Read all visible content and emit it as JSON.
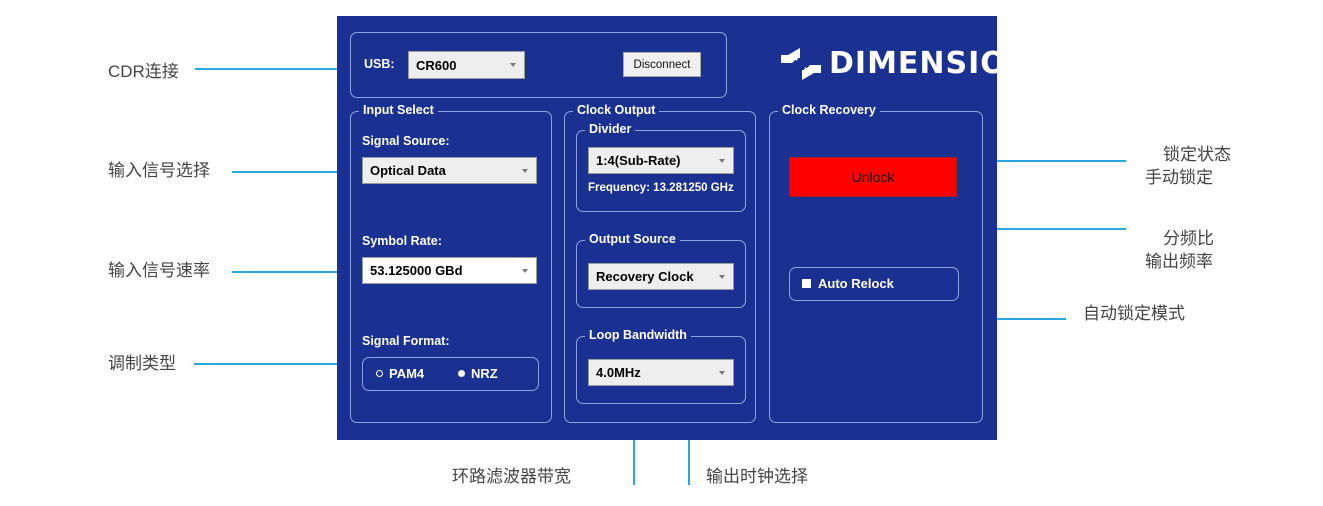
{
  "app": {
    "brand": {
      "wordmark": "DIMENSION",
      "logo_icon": "dimension-pinwheel-logo"
    },
    "connection": {
      "usb_label": "USB:",
      "device_value": "CR600",
      "disconnect_label": "Disconnect"
    },
    "input_select": {
      "title": "Input Select",
      "signal_source_label": "Signal Source:",
      "signal_source_value": "Optical Data",
      "symbol_rate_label": "Symbol Rate:",
      "symbol_rate_value": "53.125000 GBd",
      "signal_format_label": "Signal Format:",
      "format_options": [
        {
          "label": "PAM4",
          "selected": true
        },
        {
          "label": "NRZ",
          "selected": false
        }
      ]
    },
    "clock_output": {
      "title": "Clock Output",
      "divider": {
        "title": "Divider",
        "value": "1:4(Sub-Rate)",
        "frequency_text": "Frequency: 13.281250 GHz"
      },
      "output_source": {
        "title": "Output Source",
        "value": "Recovery Clock"
      },
      "loop_bandwidth": {
        "title": "Loop Bandwidth",
        "value": "4.0MHz"
      }
    },
    "clock_recovery": {
      "title": "Clock Recovery",
      "status_label": "Unlock",
      "status_color": "#ff0000",
      "auto_relock_label": "Auto Relock",
      "auto_relock_checked": true
    },
    "colors": {
      "window_background": "#1b3191",
      "panel_border": "#8fa4dd",
      "annotation_line": "#29a8e0",
      "annotation_text": "#444444"
    }
  },
  "annotations": {
    "cdr_connect": "CDR连接",
    "input_signal_select": "输入信号选择",
    "input_signal_rate": "输入信号速率",
    "modulation_type": "调制类型",
    "lock_status_line1": "锁定状态",
    "lock_status_line2": "手动锁定",
    "divider_ratio_line1": "分频比",
    "divider_ratio_line2": "输出频率",
    "auto_lock_mode": "自动锁定模式",
    "loop_filter_bandwidth": "环路滤波器带宽",
    "output_clock_select": "输出时钟选择"
  }
}
